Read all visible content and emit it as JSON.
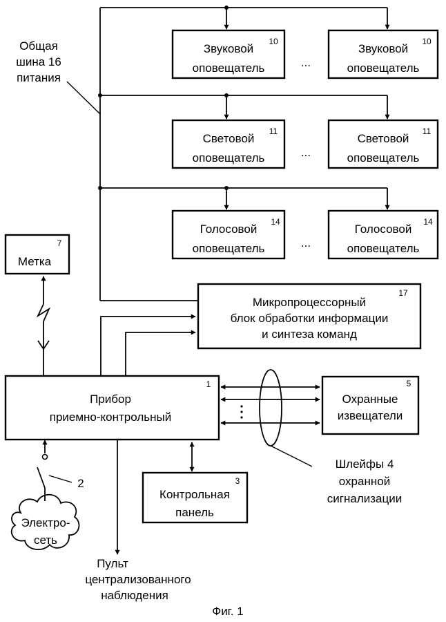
{
  "boxes": {
    "sound_left": {
      "line1": "Звуковой",
      "line2": "оповещатель",
      "num": "10"
    },
    "sound_right": {
      "line1": "Звуковой",
      "line2": "оповещатель",
      "num": "10"
    },
    "light_left": {
      "line1": "Световой",
      "line2": "оповещатель",
      "num": "11"
    },
    "light_right": {
      "line1": "Световой",
      "line2": "оповещатель",
      "num": "11"
    },
    "voice_left": {
      "line1": "Голосовой",
      "line2": "оповещатель",
      "num": "14"
    },
    "voice_right": {
      "line1": "Голосовой",
      "line2": "оповещатель",
      "num": "14"
    },
    "tag": {
      "line1": "Метка",
      "num": "7"
    },
    "microprocessor": {
      "line1": "Микропроцессорный",
      "line2": "блок обработки информации",
      "line3": "и синтеза команд",
      "num": "17"
    },
    "panel_device": {
      "line1": "Прибор",
      "line2": "приемно-контрольный",
      "num": "1"
    },
    "detectors": {
      "line1": "Охранные",
      "line2": "извещатели",
      "num": "5"
    },
    "control_panel": {
      "line1": "Контрольная",
      "line2": "панель",
      "num": "3"
    }
  },
  "labels": {
    "bus": {
      "line1": "Общая",
      "line2": "шина 16",
      "line3": "питания"
    },
    "loops": {
      "line1": "Шлейфы 4",
      "line2": "охранной",
      "line3": "сигнализации"
    },
    "mains": {
      "line1": "Электро-",
      "line2": "сеть"
    },
    "switch_num": "2",
    "cms": {
      "line1": "Пульт",
      "line2": "централизованного",
      "line3": "наблюдения"
    },
    "ellipsis": "...",
    "caption": "Фиг. 1"
  }
}
